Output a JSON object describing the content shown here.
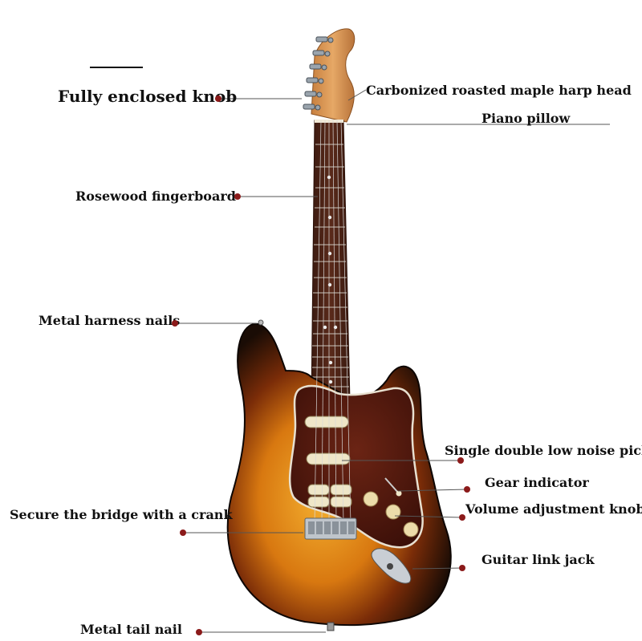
{
  "labels": {
    "fully_enclosed_knob": "Fully enclosed knob",
    "harp_head": "Carbonized roasted maple harp head",
    "piano_pillow": "Piano pillow",
    "fingerboard": "Rosewood fingerboard",
    "harness_nails": "Metal harness nails",
    "pickup": "Single double low noise picku",
    "gear_indicator": "Gear indicator",
    "bridge_crank": "Secure the bridge with a crank",
    "volume_knob": "Volume adjustment knob",
    "link_jack": "Guitar link jack",
    "tail_nail": "Metal tail nail"
  },
  "colors": {
    "marker": "#8b1a1a",
    "sunburst_center": "#f0a020",
    "sunburst_edge": "#1a0c05",
    "pickguard": "#5a1a10",
    "fingerboard": "#4a2216",
    "maple_head": "#d9985a"
  }
}
